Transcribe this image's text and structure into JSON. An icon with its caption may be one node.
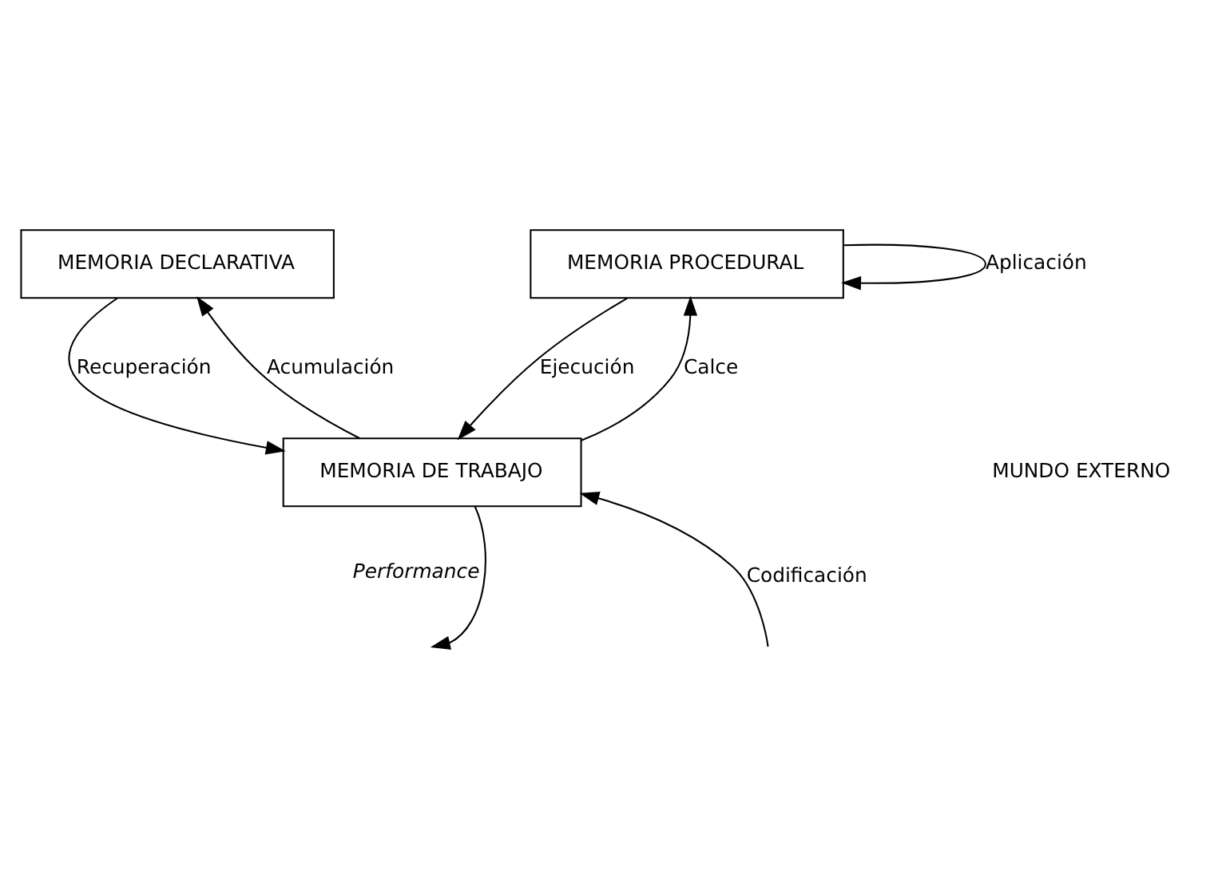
{
  "diagram": {
    "nodes": [
      {
        "text": [
          "MEMORIA DECLARATIVA"
        ]
      },
      {
        "text": [
          "MEMORIA PROCEDURAL"
        ]
      },
      {
        "text": [
          "MEMORIA DE TRABAJO"
        ]
      }
    ],
    "edges": [
      {
        "from": 2,
        "to": 0,
        "arrow": "to",
        "label": "Acumulación"
      },
      {
        "from": 0,
        "to": 2,
        "arrow": "to",
        "label": "Recuperación"
      },
      {
        "from": 1,
        "to": 1,
        "arrow": "to",
        "label": "Aplicación"
      },
      {
        "from": 2,
        "to": 1,
        "arrow": "to",
        "label": "Calce"
      },
      {
        "from": 1,
        "to": 2,
        "arrow": "to",
        "label": "Ejecución"
      },
      {
        "from": null,
        "to": 2,
        "arrow": "to",
        "label": "Codificación"
      },
      {
        "from": 2,
        "to": null,
        "arrow": "to",
        "label": "Performance"
      }
    ],
    "labels": [
      "MUNDO EXTERNO"
    ]
  }
}
